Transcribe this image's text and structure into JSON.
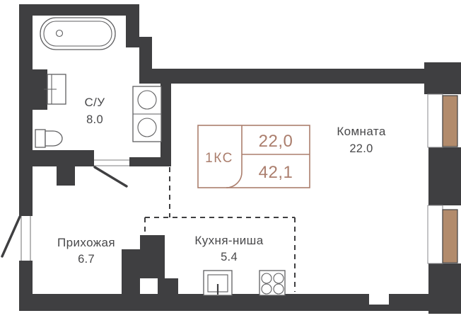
{
  "title": "apartment-floor-plan",
  "colors": {
    "wall": "#3f3f41",
    "accent": "#ab7e6d",
    "window": "#b28b6c",
    "label_text": "#48484a"
  },
  "rooms": [
    {
      "id": "bathroom",
      "label": "С/У",
      "area": "8.0"
    },
    {
      "id": "room",
      "label": "Комната",
      "area": "22.0"
    },
    {
      "id": "hallway",
      "label": "Прихожая",
      "area": "6.7"
    },
    {
      "id": "kitchen",
      "label": "Кухня-ниша",
      "area": "5.4"
    }
  ],
  "info_box": {
    "type": "1КС",
    "living_area": "22,0",
    "total_area": "42,1"
  }
}
